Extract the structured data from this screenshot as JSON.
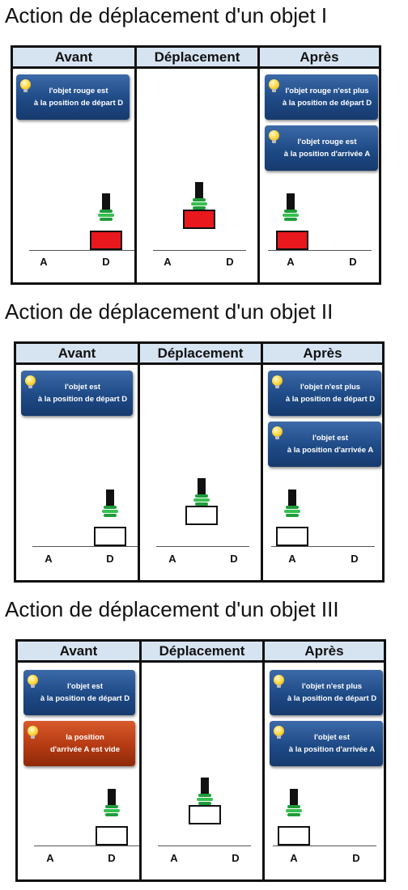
{
  "sections": [
    {
      "title": "Action de déplacement d'un objet I",
      "headers": [
        "Avant",
        "Déplacement",
        "Après"
      ],
      "avant_notes": [
        {
          "line1": "l'objet rouge est",
          "line2": "à la position de départ D",
          "color": "#1e4a86"
        }
      ],
      "apres_notes": [
        {
          "line1": "l'objet rouge n'est plus",
          "line2": "à la position de départ D",
          "color": "#1e4a86"
        },
        {
          "line1": "l'objet rouge est",
          "line2": "à la position d'arrivée A",
          "color": "#1e4a86"
        }
      ],
      "label_a": "A",
      "label_d": "D",
      "object_color": "#e8181c"
    },
    {
      "title": "Action de déplacement d'un objet II",
      "headers": [
        "Avant",
        "Déplacement",
        "Après"
      ],
      "avant_notes": [
        {
          "line1": "l'objet est",
          "line2": "à la position de départ D",
          "color": "#1e4a86"
        }
      ],
      "apres_notes": [
        {
          "line1": "l'objet n'est plus",
          "line2": "à la position de départ D",
          "color": "#1e4a86"
        },
        {
          "line1": "l'objet est",
          "line2": "à la position d'arrivée A",
          "color": "#1e4a86"
        }
      ],
      "label_a": "A",
      "label_d": "D",
      "object_color": "#ffffff"
    },
    {
      "title": "Action de déplacement d'un objet III",
      "headers": [
        "Avant",
        "Déplacement",
        "Après"
      ],
      "avant_notes": [
        {
          "line1": "l'objet est",
          "line2": "à la position de départ D",
          "color": "#1e4a86"
        },
        {
          "line1": "la position",
          "line2": "d'arrivée A est vide",
          "color": "#b53a12"
        }
      ],
      "apres_notes": [
        {
          "line1": "l'objet n'est plus",
          "line2": "à la position de départ D",
          "color": "#1e4a86"
        },
        {
          "line1": "l'objet est",
          "line2": "à la position d'arrivée A",
          "color": "#1e4a86"
        }
      ],
      "label_a": "A",
      "label_d": "D",
      "object_color": "#ffffff"
    }
  ],
  "icons": {
    "note_icon": "lightbulb-icon",
    "gripper_icon": "gripper-icon"
  }
}
